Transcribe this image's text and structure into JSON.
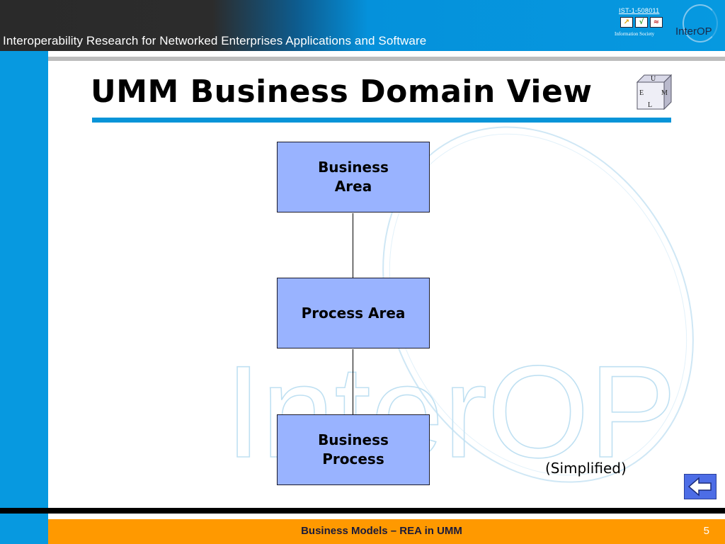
{
  "header": {
    "title": "Interoperability Research for Networked Enterprises Applications and Software",
    "ist_code": "IST-1-508011",
    "ist_caption": "Information Society",
    "interop_logo_text": "InterOP"
  },
  "slide": {
    "title": "UMM Business Domain View",
    "uml_cube": {
      "top": "U",
      "left": "E",
      "right": "M",
      "bottom": "L"
    },
    "note": "(Simplified)"
  },
  "diagram": {
    "nodes": [
      {
        "id": "business-area",
        "label": "Business Area"
      },
      {
        "id": "process-area",
        "label": "Process Area"
      },
      {
        "id": "business-process",
        "label": "Business Process"
      }
    ],
    "edges": [
      {
        "from": "business-area",
        "to": "process-area"
      },
      {
        "from": "process-area",
        "to": "business-process"
      }
    ]
  },
  "watermark": {
    "text": "InterOP"
  },
  "footer": {
    "title": "Business Models – REA in UMM",
    "page_number": "5"
  },
  "colors": {
    "header_blue": "#0699e0",
    "node_fill": "#99b3ff",
    "title_rule": "#0894d8",
    "footer_orange": "#ff9900",
    "back_button": "#4d6de6"
  }
}
